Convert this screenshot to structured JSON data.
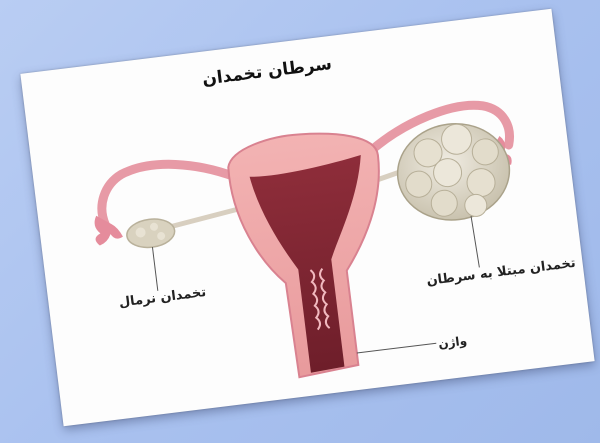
{
  "figure": {
    "title": "سرطان تخمدان",
    "labels": {
      "normal_ovary": "تخمدان نرمال",
      "cancerous_ovary": "تخمدان مبتلا به سرطان",
      "bottom_cut": "واژن"
    }
  }
}
